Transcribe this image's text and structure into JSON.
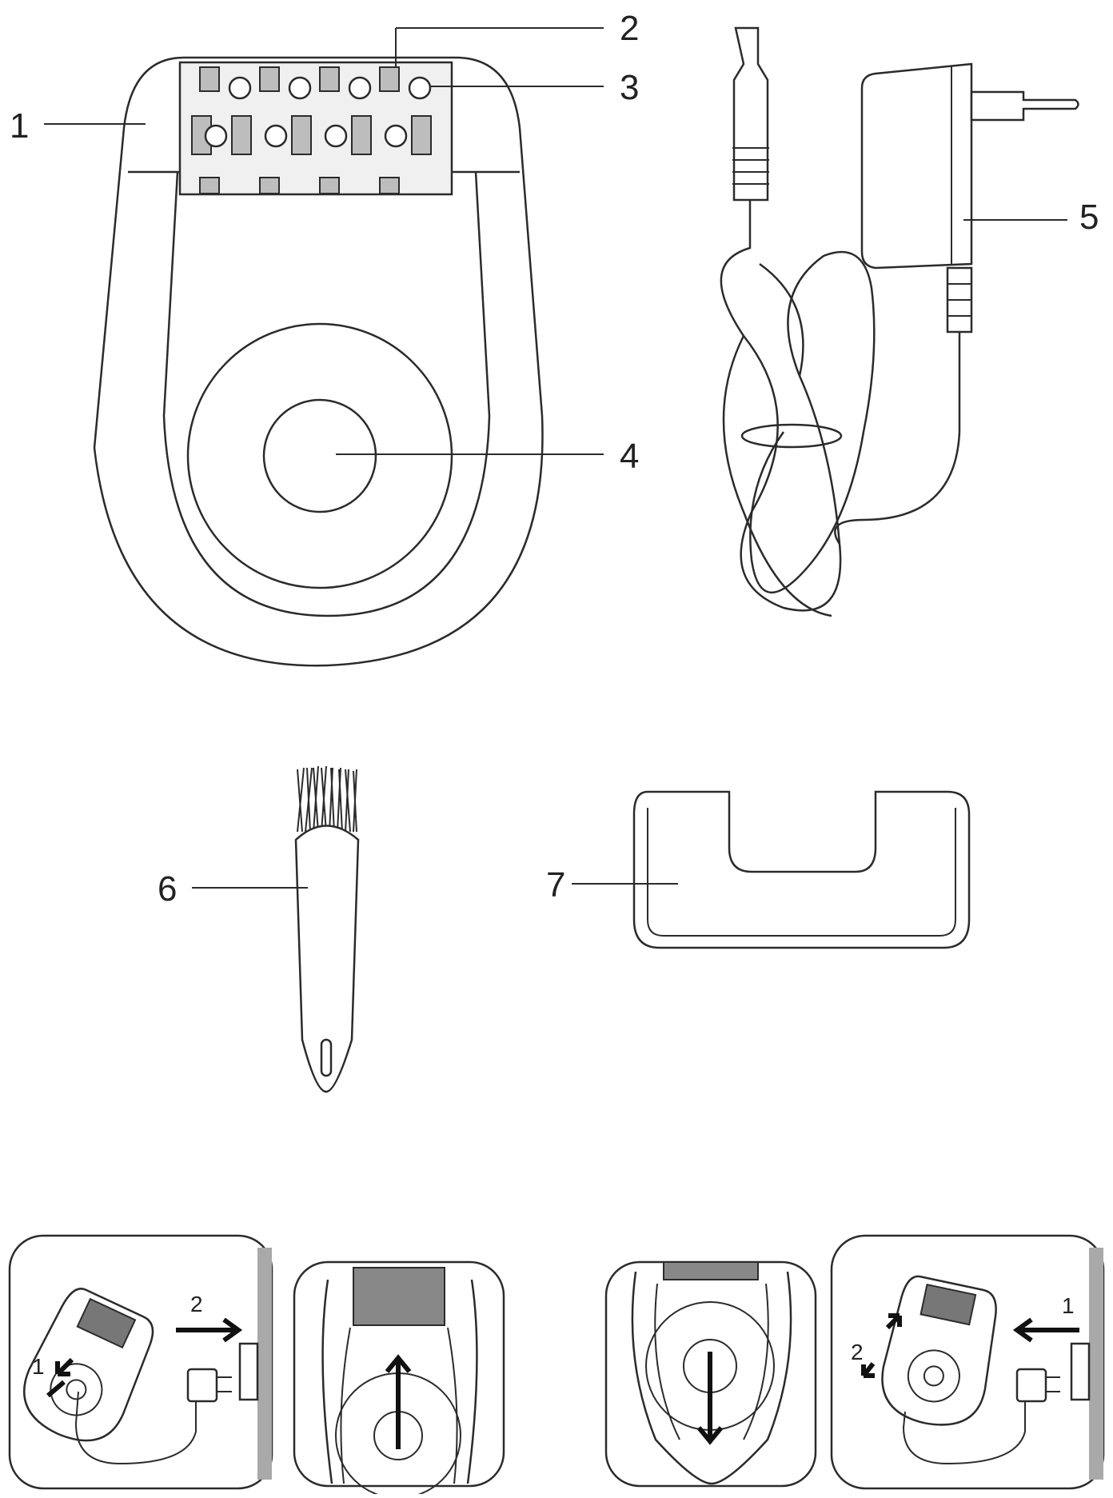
{
  "callouts": {
    "c1": "1",
    "c2": "2",
    "c3": "3",
    "c4": "4",
    "c5": "5",
    "c6": "6",
    "c7": "7"
  },
  "steps": {
    "panel_a": {
      "first": "1",
      "second": "2"
    },
    "panel_d": {
      "first": "1",
      "second": "2"
    }
  }
}
